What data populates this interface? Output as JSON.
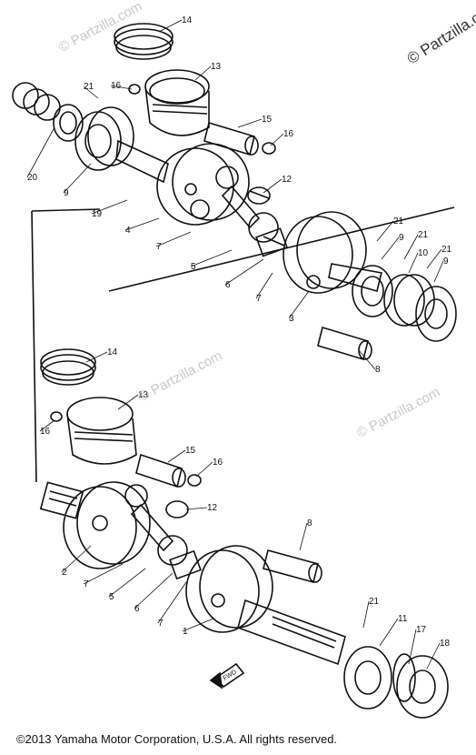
{
  "watermark": "© Partzilla.com",
  "brand": "© Partzilla.c",
  "copyright": "©2013 Yamaha Motor Corporation, U.S.A. All rights reserved.",
  "arrow_label": "FWD",
  "callouts": [
    "14",
    "13",
    "21",
    "16",
    "15",
    "16",
    "20",
    "9",
    "12",
    "19",
    "4",
    "7",
    "5",
    "6",
    "7",
    "3",
    "21",
    "9",
    "21",
    "10",
    "21",
    "9",
    "8",
    "14",
    "13",
    "16",
    "15",
    "16",
    "12",
    "2",
    "7",
    "5",
    "6",
    "7",
    "8",
    "1",
    "21",
    "11",
    "17",
    "18"
  ]
}
